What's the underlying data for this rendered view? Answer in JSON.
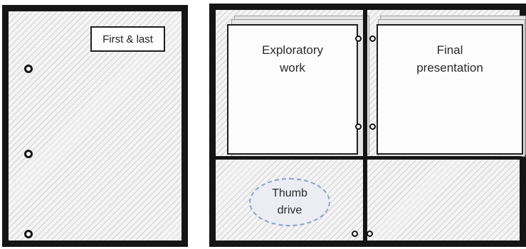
{
  "folder_left": {
    "label": "First & last"
  },
  "folder_right": {
    "cards": [
      {
        "text": "Exploratory\nwork"
      },
      {
        "text": "Final\npresentation"
      }
    ],
    "thumb_drive": "Thumb\ndrive"
  }
}
